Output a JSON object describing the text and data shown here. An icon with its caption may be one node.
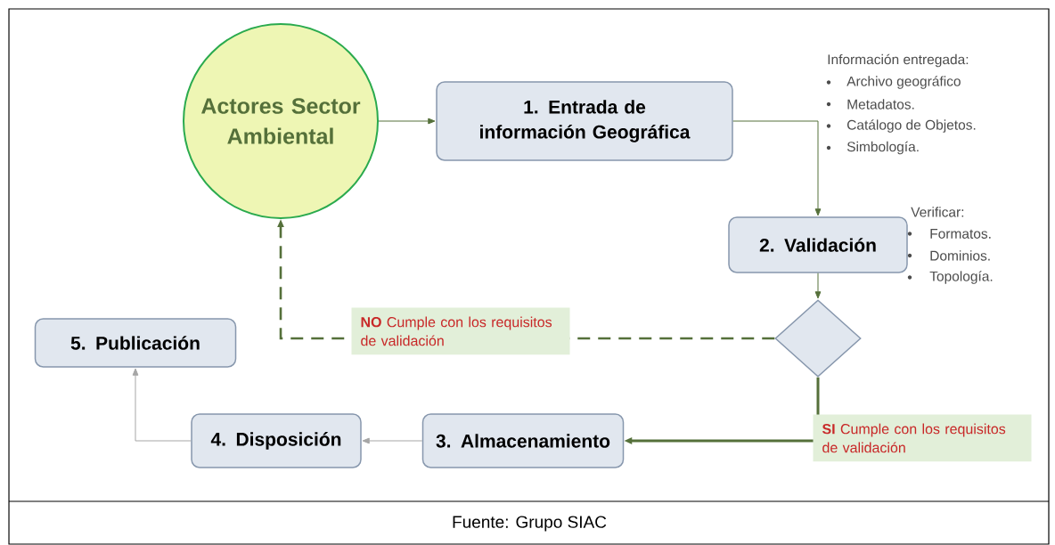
{
  "diagram": {
    "caption": "Fuente: Grupo SIAC",
    "nodes": [
      {
        "text": [
          "Actores Sector Ambiental"
        ]
      },
      {
        "text": [
          "1. Entrada de información Geográfica"
        ],
        "beside": [
          "Información entregada:",
          "Archivo geográfico",
          "Metadatos.",
          "Catálogo de Objetos.",
          "Simbología."
        ]
      },
      {
        "text": [
          "2. Validación"
        ],
        "beside": [
          "Verificar:",
          "Formatos.",
          "Dominios.",
          "Topología."
        ]
      },
      {
        "text": [],
        "shape": "diamond"
      },
      {
        "text": [
          "3. Almacenamiento"
        ]
      },
      {
        "text": [
          "4. Disposición"
        ]
      },
      {
        "text": [
          "5. Publicación"
        ]
      }
    ],
    "edges": [
      {
        "from": 0,
        "to": 1,
        "arrow": "to"
      },
      {
        "from": 1,
        "to": 2,
        "arrow": "to"
      },
      {
        "from": 2,
        "to": 3,
        "arrow": "to"
      },
      {
        "from": 3,
        "to": 0,
        "arrow": "to",
        "style": "dashed",
        "label": "**NO** Cumple con los requisitos de validación"
      },
      {
        "from": 3,
        "to": 4,
        "arrow": "to",
        "style": "thick",
        "label": "**SI** Cumple con los requisitos de validación"
      },
      {
        "from": 4,
        "to": 5,
        "arrow": "to",
        "color": "#a6a6a6"
      },
      {
        "from": 5,
        "to": 6,
        "arrow": "to",
        "color": "#a6a6a6"
      }
    ]
  }
}
